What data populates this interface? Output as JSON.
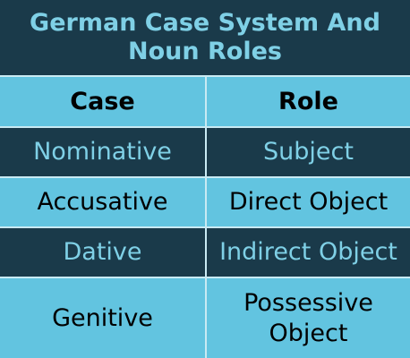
{
  "title": {
    "line1": "German Case System And",
    "line2": "Noun Roles"
  },
  "table": {
    "headers": [
      "Case",
      "Role"
    ],
    "rows": [
      [
        "Nominative",
        "Subject"
      ],
      [
        "Accusative",
        "Direct Object"
      ],
      [
        "Dative",
        "Indirect Object"
      ],
      [
        "Genitive",
        "Possessive Object"
      ]
    ]
  },
  "colors": {
    "dark_bg": "#1a3a4a",
    "light_bg": "#62c4e0",
    "accent_text": "#7fd0e6",
    "divider": "#c9eaf3"
  }
}
